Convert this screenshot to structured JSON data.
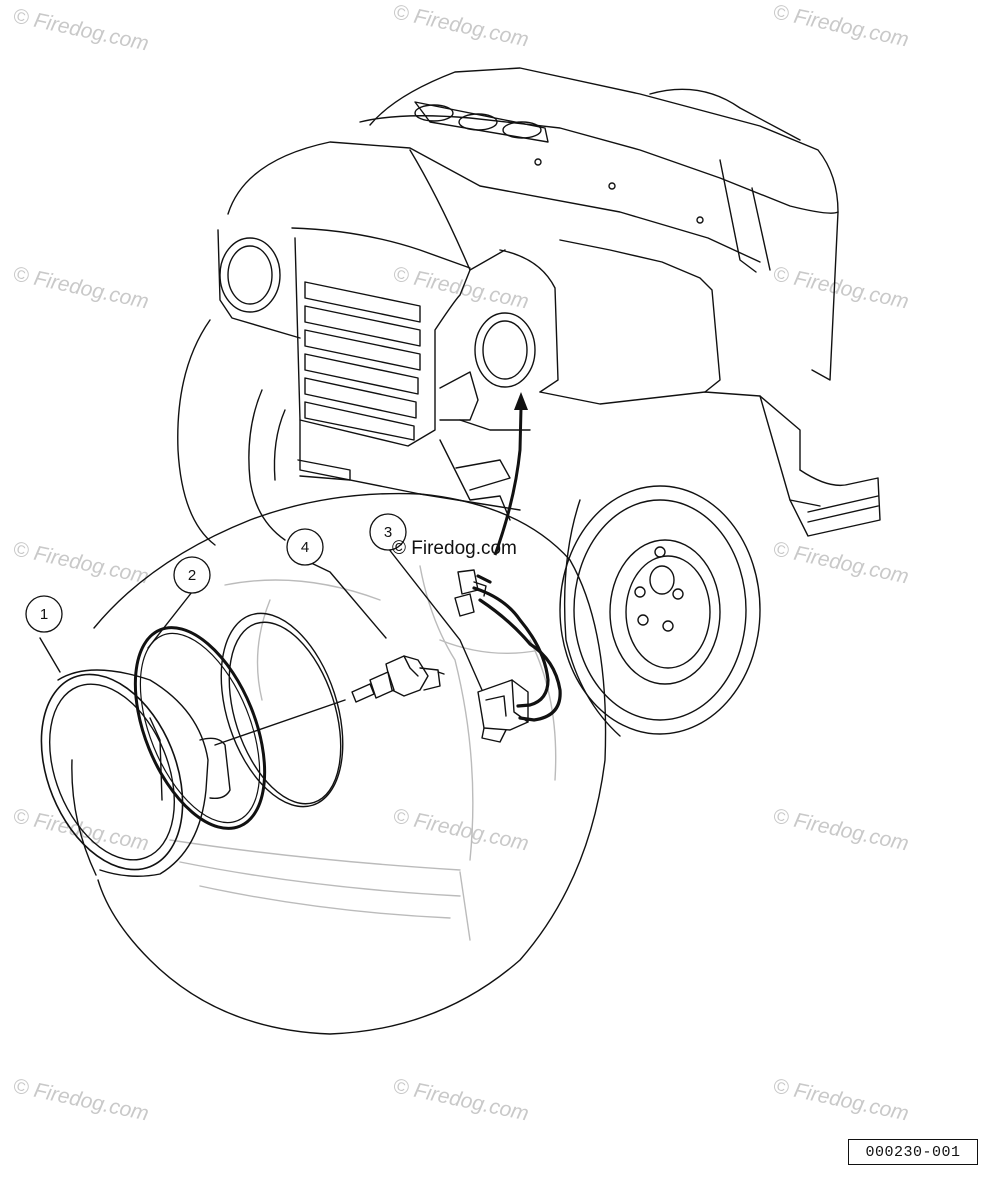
{
  "watermark": "© Firedog.com",
  "inline_watermark": "© Firedog.com",
  "callouts": [
    "1",
    "2",
    "3",
    "4"
  ],
  "drawing_id": "000230-001",
  "colors": {
    "line": "#111111",
    "watermark": "#c9c9c9",
    "background": "#ffffff"
  }
}
